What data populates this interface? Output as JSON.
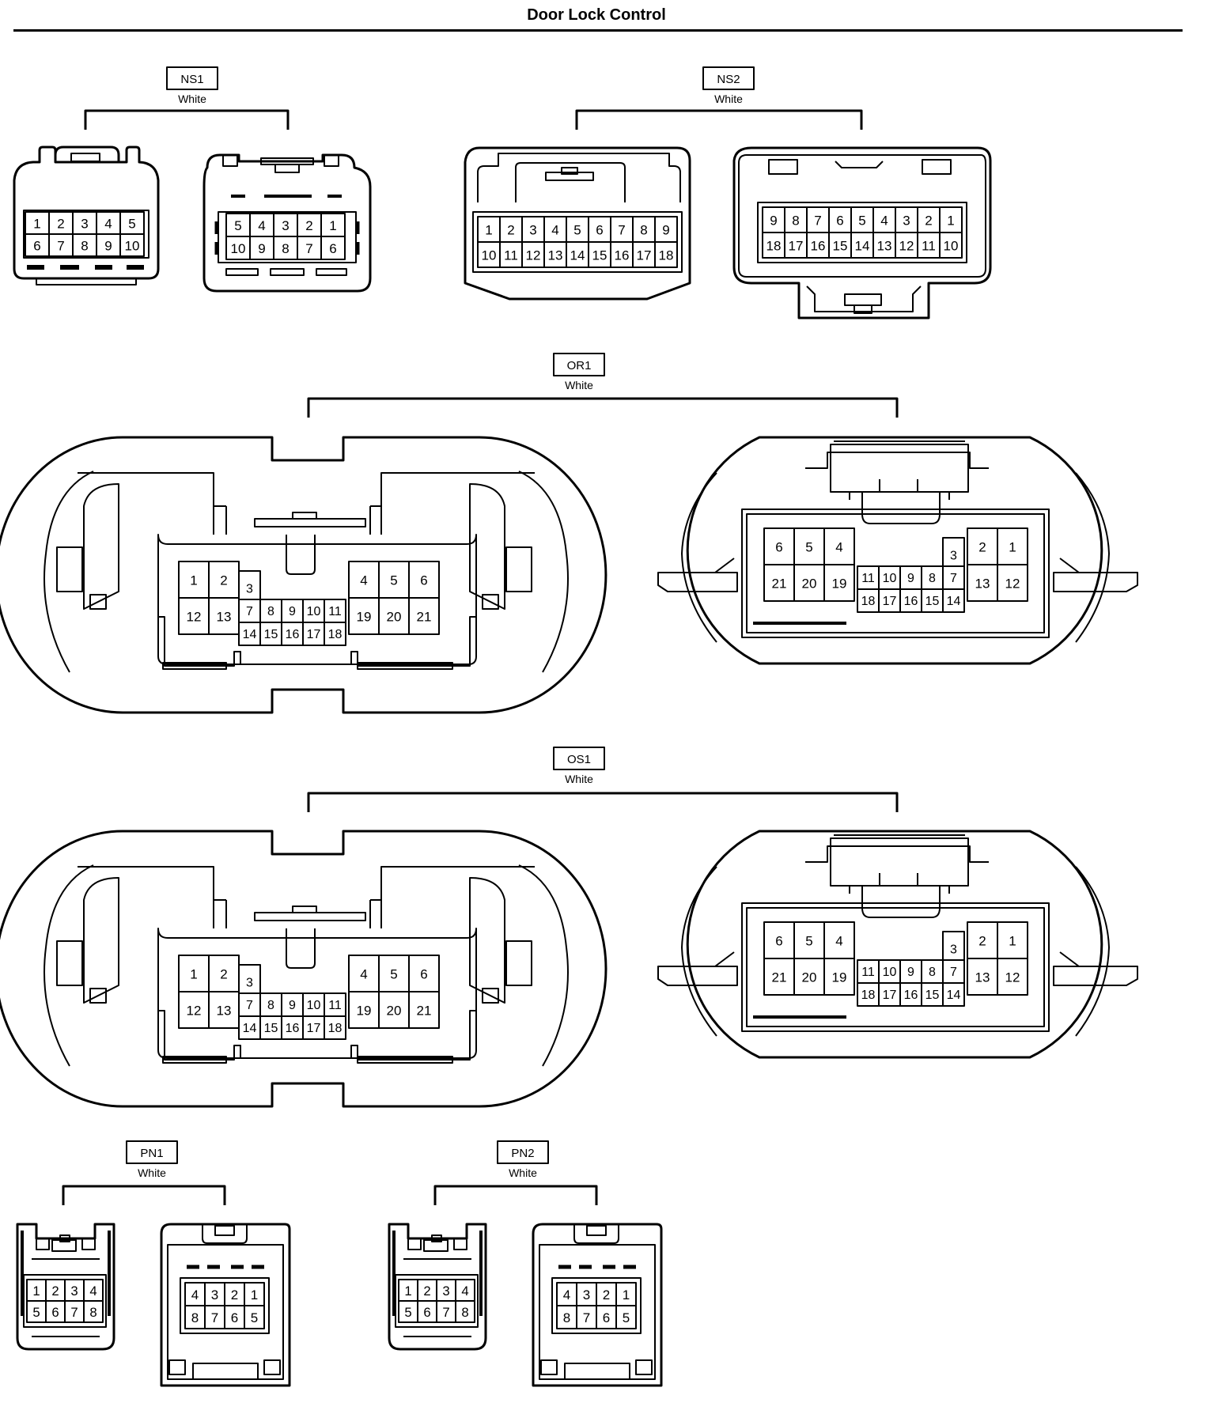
{
  "title": "Door Lock Control",
  "colors": {
    "ink": "#000000",
    "paper": "#ffffff"
  },
  "connectors": [
    {
      "id": "NS1",
      "color": "White",
      "views": [
        {
          "rows": [
            [
              "1",
              "2",
              "3",
              "4",
              "5"
            ],
            [
              "6",
              "7",
              "8",
              "9",
              "10"
            ]
          ]
        },
        {
          "rows": [
            [
              "5",
              "4",
              "3",
              "2",
              "1"
            ],
            [
              "10",
              "9",
              "8",
              "7",
              "6"
            ]
          ]
        }
      ]
    },
    {
      "id": "NS2",
      "color": "White",
      "views": [
        {
          "rows": [
            [
              "1",
              "2",
              "3",
              "4",
              "5",
              "6",
              "7",
              "8",
              "9"
            ],
            [
              "10",
              "11",
              "12",
              "13",
              "14",
              "15",
              "16",
              "17",
              "18"
            ]
          ]
        },
        {
          "rows": [
            [
              "9",
              "8",
              "7",
              "6",
              "5",
              "4",
              "3",
              "2",
              "1"
            ],
            [
              "18",
              "17",
              "16",
              "15",
              "14",
              "13",
              "12",
              "11",
              "10"
            ]
          ]
        }
      ]
    },
    {
      "id": "OR1",
      "color": "White",
      "views": [
        {
          "left": [
            [
              "1",
              "2"
            ],
            [
              "12",
              "13"
            ]
          ],
          "mid_top": [
            "3"
          ],
          "mid": [
            "7",
            "8",
            "9",
            "10",
            "11"
          ],
          "mid_bottom": [
            "14",
            "15",
            "16",
            "17",
            "18"
          ],
          "right": [
            [
              "4",
              "5",
              "6"
            ],
            [
              "19",
              "20",
              "21"
            ]
          ]
        },
        {
          "left": [
            [
              "6",
              "5",
              "4"
            ],
            [
              "21",
              "20",
              "19"
            ]
          ],
          "mid_top": [
            "3"
          ],
          "mid": [
            "11",
            "10",
            "9",
            "8",
            "7"
          ],
          "mid_bottom": [
            "18",
            "17",
            "16",
            "15",
            "14"
          ],
          "right": [
            [
              "2",
              "1"
            ],
            [
              "13",
              "12"
            ]
          ]
        }
      ]
    },
    {
      "id": "OS1",
      "color": "White",
      "views": [
        {
          "left": [
            [
              "1",
              "2"
            ],
            [
              "12",
              "13"
            ]
          ],
          "mid_top": [
            "3"
          ],
          "mid": [
            "7",
            "8",
            "9",
            "10",
            "11"
          ],
          "mid_bottom": [
            "14",
            "15",
            "16",
            "17",
            "18"
          ],
          "right": [
            [
              "4",
              "5",
              "6"
            ],
            [
              "19",
              "20",
              "21"
            ]
          ]
        },
        {
          "left": [
            [
              "6",
              "5",
              "4"
            ],
            [
              "21",
              "20",
              "19"
            ]
          ],
          "mid_top": [
            "3"
          ],
          "mid": [
            "11",
            "10",
            "9",
            "8",
            "7"
          ],
          "mid_bottom": [
            "18",
            "17",
            "16",
            "15",
            "14"
          ],
          "right": [
            [
              "2",
              "1"
            ],
            [
              "13",
              "12"
            ]
          ]
        }
      ]
    },
    {
      "id": "PN1",
      "color": "White",
      "views": [
        {
          "rows": [
            [
              "1",
              "2",
              "3",
              "4"
            ],
            [
              "5",
              "6",
              "7",
              "8"
            ]
          ]
        },
        {
          "rows": [
            [
              "4",
              "3",
              "2",
              "1"
            ],
            [
              "8",
              "7",
              "6",
              "5"
            ]
          ]
        }
      ]
    },
    {
      "id": "PN2",
      "color": "White",
      "views": [
        {
          "rows": [
            [
              "1",
              "2",
              "3",
              "4"
            ],
            [
              "5",
              "6",
              "7",
              "8"
            ]
          ]
        },
        {
          "rows": [
            [
              "4",
              "3",
              "2",
              "1"
            ],
            [
              "8",
              "7",
              "6",
              "5"
            ]
          ]
        }
      ]
    }
  ]
}
